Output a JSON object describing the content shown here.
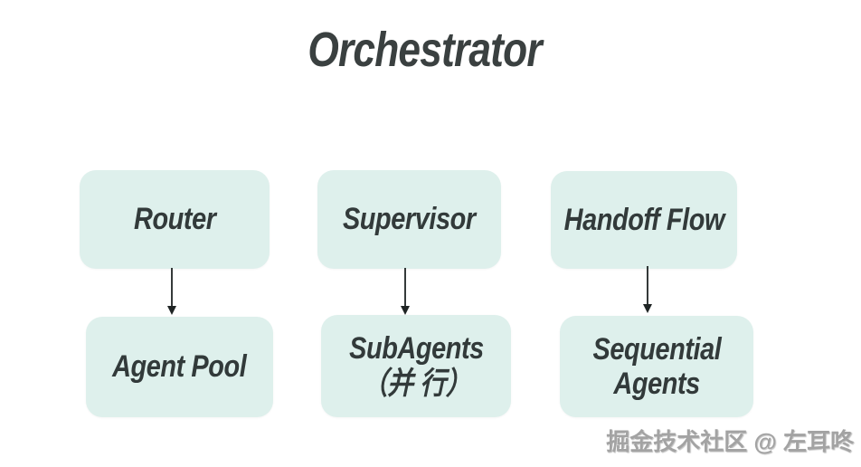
{
  "title": "Orchestrator",
  "columns": [
    {
      "top_label": "Router",
      "bottom_line1": "Agent Pool",
      "bottom_line2": ""
    },
    {
      "top_label": "Supervisor",
      "bottom_line1": "SubAgents",
      "bottom_line2": "（并 行）"
    },
    {
      "top_label": "Handoff Flow",
      "bottom_line1": "Sequential",
      "bottom_line2": "Agents"
    }
  ],
  "watermark": "掘金技术社区 @ 左耳咚",
  "colors": {
    "background": "#ffffff",
    "box_fill": "#def0ec",
    "text": "#323a3a",
    "title_text": "#3a4040",
    "arrow": "#1f2424",
    "watermark_text": "#a3a3a3"
  }
}
